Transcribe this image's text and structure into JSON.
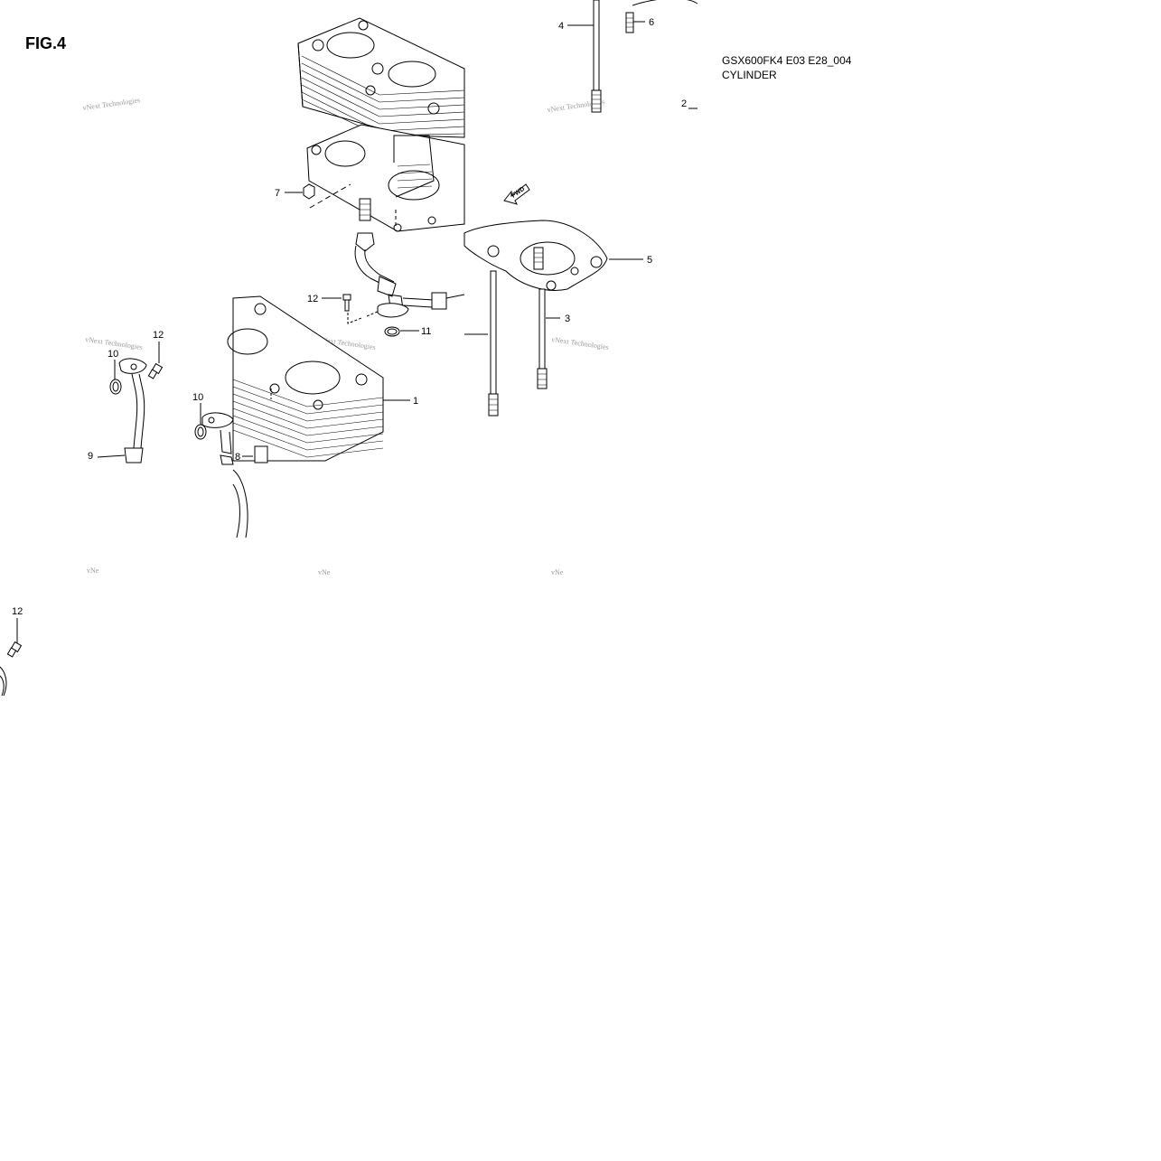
{
  "figure": {
    "title": "FIG.4",
    "code": "GSX600FK4 E03 E28_004",
    "name": "CYLINDER",
    "fwd_label": "FWD"
  },
  "callouts": [
    "1",
    "2",
    "3",
    "4",
    "5",
    "6",
    "7",
    "8",
    "9",
    "10",
    "10",
    "11",
    "12",
    "12",
    "12"
  ],
  "watermark": {
    "text": "vNext Technologies",
    "partial": "vNe"
  }
}
